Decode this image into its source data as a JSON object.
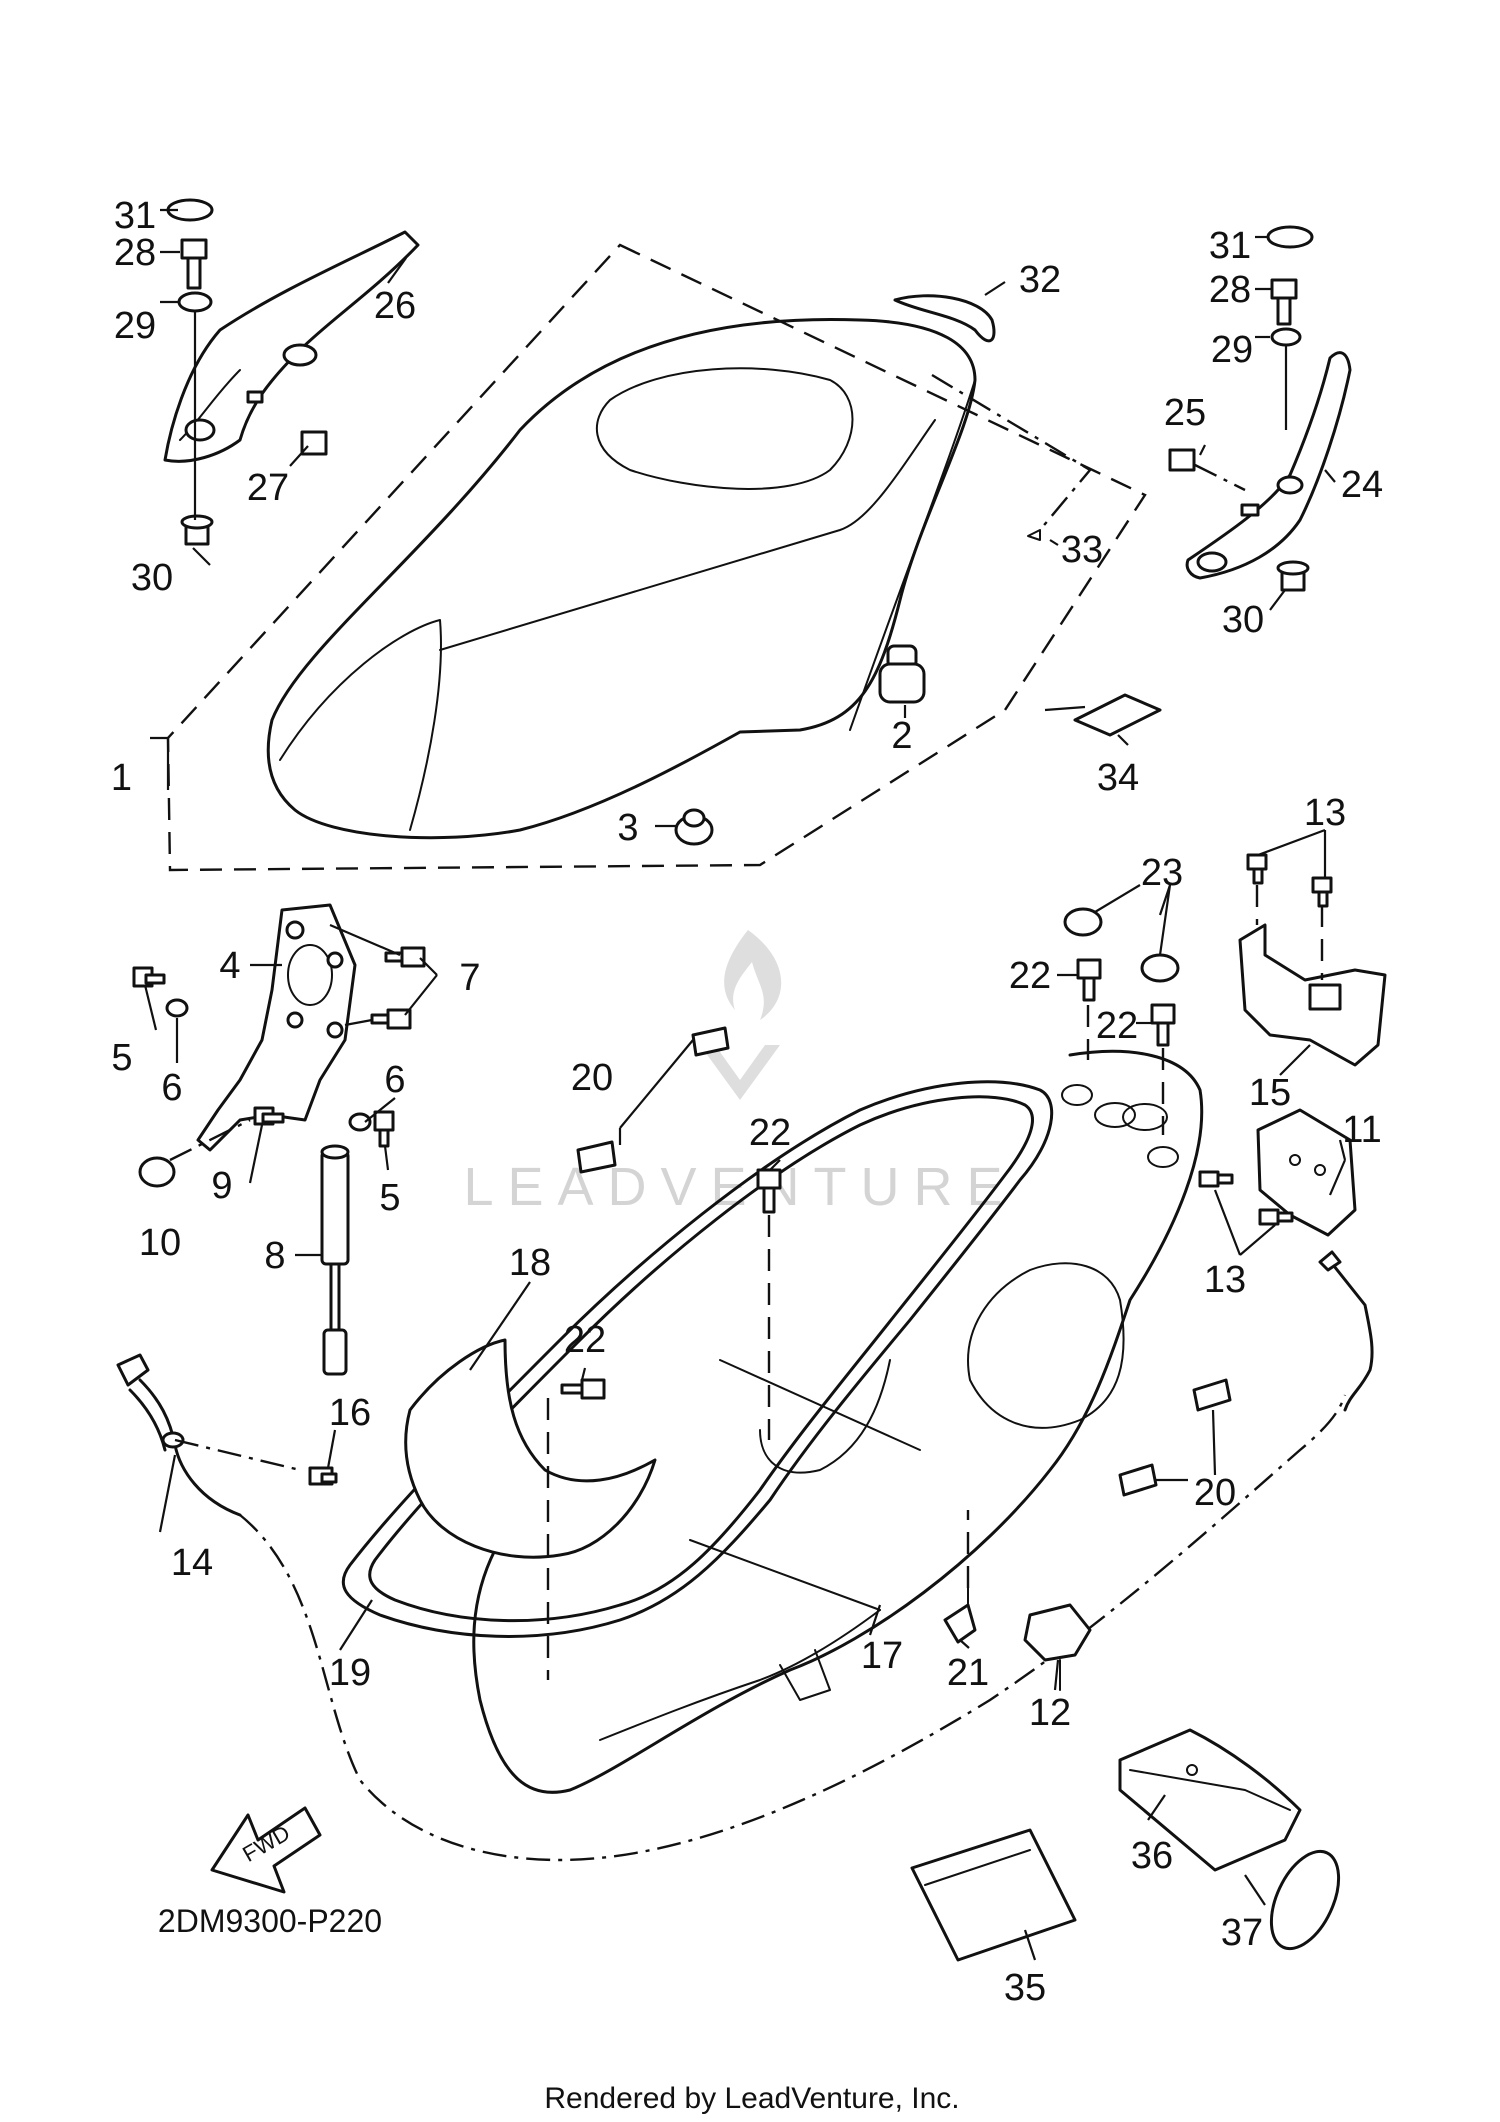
{
  "diagram_code": "2DM9300-P220",
  "credit": "Rendered by LeadVenture, Inc.",
  "watermark": "LEADVENTURE",
  "fwd_label": "FWD",
  "callouts": {
    "p1": "1",
    "p2": "2",
    "p3": "3",
    "p4": "4",
    "p5a": "5",
    "p5b": "5",
    "p6a": "6",
    "p6b": "6",
    "p7": "7",
    "p8": "8",
    "p9": "9",
    "p10": "10",
    "p11": "11",
    "p12": "12",
    "p13a": "13",
    "p13b": "13",
    "p14": "14",
    "p15": "15",
    "p16": "16",
    "p17": "17",
    "p18": "18",
    "p19": "19",
    "p20a": "20",
    "p20b": "20",
    "p21": "21",
    "p22a": "22",
    "p22b": "22",
    "p22c": "22",
    "p22d": "22",
    "p23": "23",
    "p24": "24",
    "p25": "25",
    "p26": "26",
    "p27": "27",
    "p28a": "28",
    "p28b": "28",
    "p29a": "29",
    "p29b": "29",
    "p30a": "30",
    "p30b": "30",
    "p31a": "31",
    "p31b": "31",
    "p32": "32",
    "p33": "33",
    "p34": "34",
    "p35": "35",
    "p36": "36",
    "p37": "37"
  }
}
